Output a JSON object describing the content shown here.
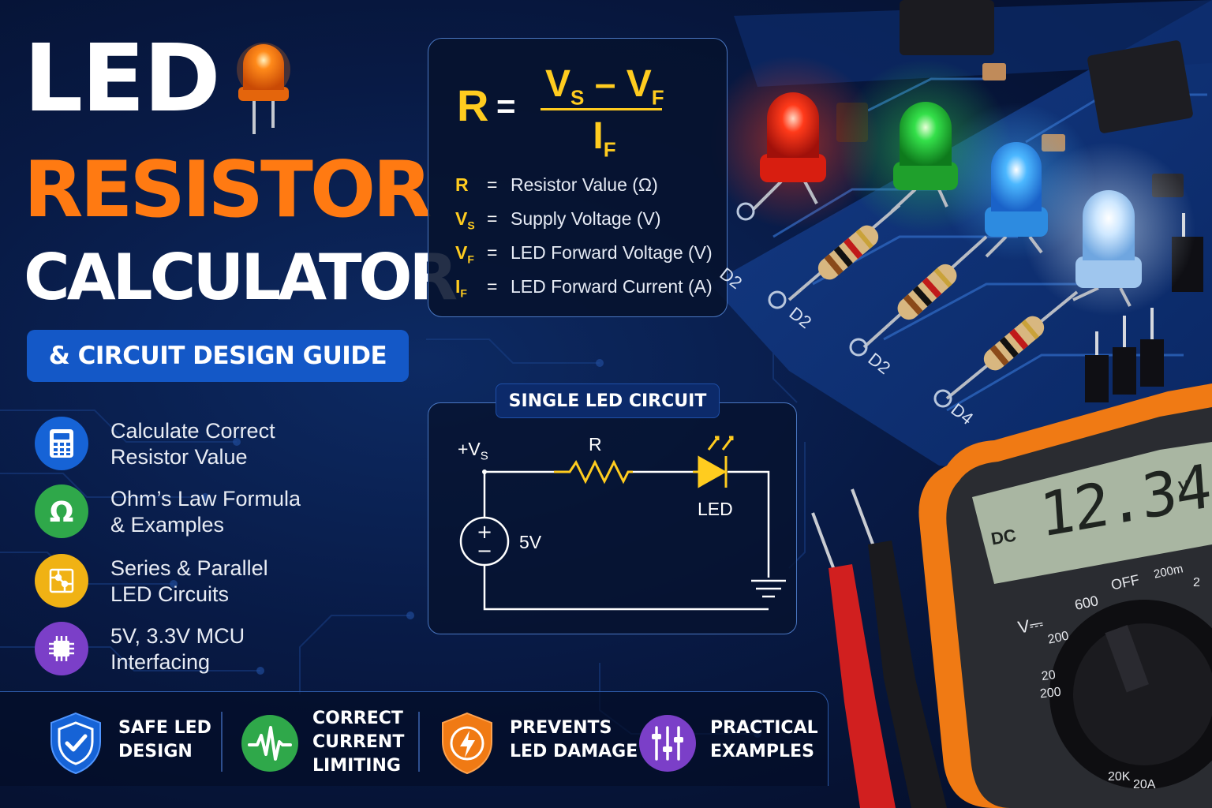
{
  "title": {
    "line1": "LED",
    "line2": "RESISTOR",
    "line3": "CALCULATOR",
    "subtitle": "& CIRCUIT DESIGN GUIDE"
  },
  "features": [
    {
      "icon": "calculator-icon",
      "line1": "Calculate Correct",
      "line2": "Resistor Value",
      "color": "#1663d6"
    },
    {
      "icon": "omega-icon",
      "line1": "Ohm’s Law Formula",
      "line2": "& Examples",
      "color": "#2fa84a"
    },
    {
      "icon": "circuit-board-icon",
      "line1": "Series & Parallel",
      "line2": "LED Circuits",
      "color": "#f0b214"
    },
    {
      "icon": "microchip-icon",
      "line1": "5V, 3.3V MCU",
      "line2": "Interfacing",
      "color": "#7b3fc8"
    }
  ],
  "formula": {
    "lhs": "R",
    "equals": "=",
    "numerator_vs": "V",
    "numerator_vs_sub": "S",
    "minus": "–",
    "numerator_vf": "V",
    "numerator_vf_sub": "F",
    "denominator": "I",
    "denominator_sub": "F",
    "legend": [
      {
        "symbol": "R",
        "sub": "",
        "equals": "=",
        "description": "Resistor Value (Ω)"
      },
      {
        "symbol": "V",
        "sub": "S",
        "equals": "=",
        "description": "Supply Voltage (V)"
      },
      {
        "symbol": "V",
        "sub": "F",
        "equals": "=",
        "description": "LED Forward Voltage (V)"
      },
      {
        "symbol": "I",
        "sub": "F",
        "equals": "=",
        "description": "LED Forward Current (A)"
      }
    ]
  },
  "circuit": {
    "title": "SINGLE LED CIRCUIT",
    "supply_label": "+V",
    "supply_label_sub": "S",
    "resistor_label": "R",
    "led_label": "LED",
    "source_value": "5V"
  },
  "pcb": {
    "designators": [
      "D2",
      "D2",
      "D2",
      "D4"
    ]
  },
  "multimeter": {
    "reading": "12.34",
    "unit": "V",
    "mode": "DC",
    "dial_labels": [
      "OFF",
      "200m",
      "2",
      "V⎓",
      "600",
      "200",
      "20",
      "200",
      "20A",
      "20K"
    ]
  },
  "badges": [
    {
      "icon": "shield-check-icon",
      "line1": "SAFE LED",
      "line2": "DESIGN",
      "line3": "",
      "color": "#1663d6"
    },
    {
      "icon": "waveform-icon",
      "line1": "CORRECT",
      "line2": "CURRENT",
      "line3": "LIMITING",
      "color": "#2fa84a"
    },
    {
      "icon": "lightning-shield-icon",
      "line1": "PREVENTS",
      "line2": "LED DAMAGE",
      "line3": "",
      "color": "#f07a14"
    },
    {
      "icon": "sliders-icon",
      "line1": "PRACTICAL",
      "line2": "EXAMPLES",
      "line3": "",
      "color": "#7b3fc8"
    }
  ],
  "colors": {
    "orange": "#ff7a12",
    "yellow": "#ffcc1f",
    "blue": "#1458c7",
    "background": "#081a45"
  }
}
